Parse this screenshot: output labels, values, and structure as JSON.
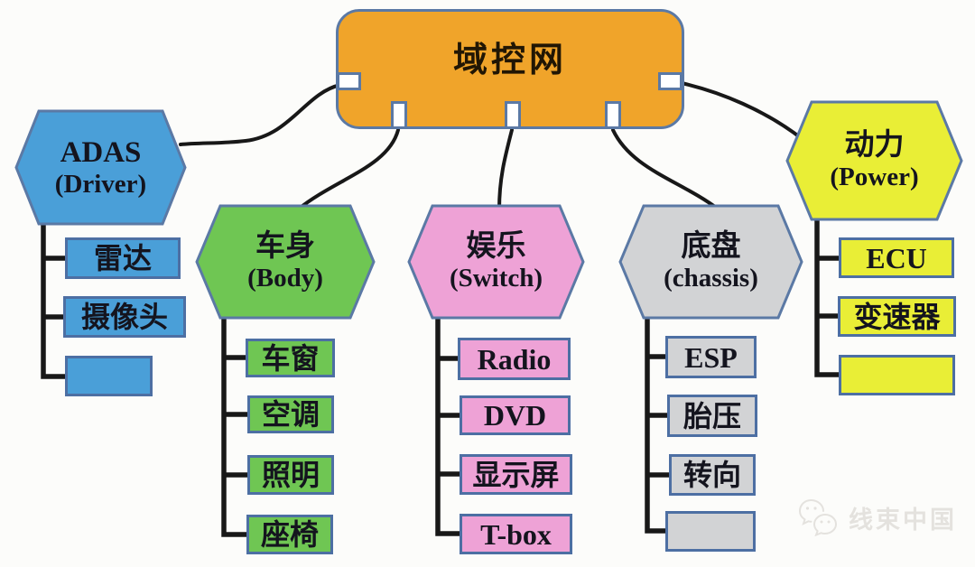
{
  "diagram": {
    "title": "域控网",
    "palette": {
      "background": "#fcfcfa",
      "hub_fill": "#f0a42a",
      "node_border": "#5b79a5",
      "box_border": "#4d6fa3",
      "port_fill": "#ffffff",
      "line_color": "#181818",
      "text_color": "#14141e",
      "title_color": "#211604",
      "watermark_color": "#e4e2de"
    },
    "watermark": {
      "text": "线束中国",
      "icon": "wechat-logo-icon"
    },
    "groups": [
      {
        "id": "adas",
        "label_line1": "ADAS",
        "label_line2": "(Driver)",
        "color": "#4a9fd8",
        "children": [
          {
            "label": "雷达"
          },
          {
            "label": "摄像头"
          },
          {
            "label": ""
          }
        ]
      },
      {
        "id": "body",
        "label_line1": "车身",
        "label_line2": "(Body)",
        "color": "#6fc653",
        "children": [
          {
            "label": "车窗"
          },
          {
            "label": "空调"
          },
          {
            "label": "照明"
          },
          {
            "label": "座椅"
          }
        ]
      },
      {
        "id": "entertainment",
        "label_line1": "娱乐",
        "label_line2": "(Switch)",
        "color": "#eea2d6",
        "children": [
          {
            "label": "Radio"
          },
          {
            "label": "DVD"
          },
          {
            "label": "显示屏"
          },
          {
            "label": "T-box"
          }
        ]
      },
      {
        "id": "chassis",
        "label_line1": "底盘",
        "label_line2": "(chassis)",
        "color": "#d2d3d5",
        "children": [
          {
            "label": "ESP"
          },
          {
            "label": "胎压"
          },
          {
            "label": "转向"
          },
          {
            "label": ""
          }
        ]
      },
      {
        "id": "power",
        "label_line1": "动力",
        "label_line2": "(Power)",
        "color": "#e9ee36",
        "children": [
          {
            "label": "ECU"
          },
          {
            "label": "变速器"
          },
          {
            "label": ""
          }
        ]
      }
    ]
  }
}
